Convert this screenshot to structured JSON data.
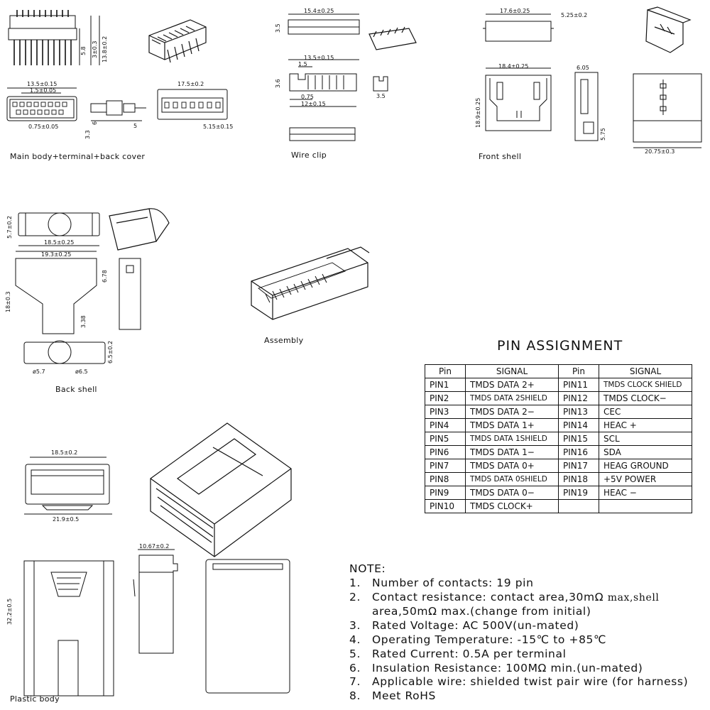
{
  "captions": {
    "main_body": "Main body+terminal+back cover",
    "wire_clip": "Wire clip",
    "front_shell": "Front shell",
    "assembly": "Assembly",
    "back_shell": "Back shell",
    "plastic_body": "Plastic body"
  },
  "dimensions": {
    "main_body": {
      "height_a": "5.8",
      "height_b": "3±0.3",
      "height_c": "13.8±0.2",
      "width_a": "13.5±0.15",
      "pitch": "1.5±0.05",
      "pin_w": "0.75±0.05",
      "sd_a": "3.3",
      "sd_b": "6",
      "sd_c": "5",
      "end_w": "17.5±0.2",
      "end_h": "5.15±0.15"
    },
    "wire_clip": {
      "w_top": "15.4±0.25",
      "h_top": "3.5",
      "w_mid": "13.5±0.15",
      "pitch": "1.5",
      "h_mid": "3.6",
      "slot": "0.75",
      "w_low": "12±0.15",
      "side_h": "3.5"
    },
    "front_shell": {
      "w_top": "17.6±0.25",
      "h_top": "5.25±0.2",
      "w_front": "18.4±0.25",
      "h_front": "18.9±0.25",
      "side_w": "6.05",
      "side_h": "5.75",
      "back_w": "20.75±0.3"
    },
    "back_shell": {
      "h_top": "5.7±0.2",
      "w_top": "18.5±0.25",
      "w_plan": "19.3±0.25",
      "h_plan": "18±0.3",
      "h_neck": "6.78",
      "h_tail": "3.38",
      "h_end": "6.5±0.2",
      "d_small": "ø5.7",
      "d_large": "ø6.5"
    },
    "plastic_body": {
      "w_top": "18.5±0.2",
      "w_bottom": "21.9±0.5",
      "w_side": "10.67±0.2",
      "h_side": "32.2±0.5"
    }
  },
  "pin_assignment": {
    "title": "PIN ASSIGNMENT",
    "header_pin": "Pin",
    "header_signal": "SIGNAL",
    "left": [
      {
        "pin": "PIN1",
        "signal": "TMDS DATA 2+",
        "small": false
      },
      {
        "pin": "PIN2",
        "signal": "TMDS DATA 2SHIELD",
        "small": true
      },
      {
        "pin": "PIN3",
        "signal": "TMDS DATA 2−",
        "small": false
      },
      {
        "pin": "PIN4",
        "signal": "TMDS DATA 1+",
        "small": false
      },
      {
        "pin": "PIN5",
        "signal": "TMDS DATA 1SHIELD",
        "small": true
      },
      {
        "pin": "PIN6",
        "signal": "TMDS DATA 1−",
        "small": false
      },
      {
        "pin": "PIN7",
        "signal": "TMDS DATA 0+",
        "small": false
      },
      {
        "pin": "PIN8",
        "signal": "TMDS DATA 0SHIELD",
        "small": true
      },
      {
        "pin": "PIN9",
        "signal": "TMDS DATA 0−",
        "small": false
      },
      {
        "pin": "PIN10",
        "signal": "TMDS CLOCK+",
        "small": false
      }
    ],
    "right": [
      {
        "pin": "PIN11",
        "signal": "TMDS CLOCK SHIELD",
        "small": true
      },
      {
        "pin": "PIN12",
        "signal": "TMDS CLOCK−",
        "small": false
      },
      {
        "pin": "PIN13",
        "signal": "CEC",
        "small": false
      },
      {
        "pin": "PIN14",
        "signal": "HEAC +",
        "small": false
      },
      {
        "pin": "PIN15",
        "signal": "SCL",
        "small": false
      },
      {
        "pin": "PIN16",
        "signal": "SDA",
        "small": false
      },
      {
        "pin": "PIN17",
        "signal": "HEAG GROUND",
        "small": false
      },
      {
        "pin": "PIN18",
        "signal": "+5V POWER",
        "small": false
      },
      {
        "pin": "PIN19",
        "signal": "HEAC −",
        "small": false
      },
      {
        "pin": "",
        "signal": "",
        "small": false
      }
    ]
  },
  "notes": {
    "title": "NOTE:",
    "n1": "Number of contacts: 19 pin",
    "n2a": "Contact resistance: contact area,30mΩ",
    "n2b": "max,shell",
    "n2c": "area,50mΩ max.(change from initial)",
    "n3": "Rated Voltage: AC 500V(un-mated)",
    "n4": "Operating Temperature: -15℃ to +85℃",
    "n5": "Rated Current: 0.5A per terminal",
    "n6": "Insulation Resistance: 100MΩ min.(un-mated)",
    "n7": "Applicable wire: shielded twist pair wire (for harness)",
    "n8": "Meet RoHS"
  },
  "colors": {
    "ink": "#111111",
    "paper": "#ffffff"
  }
}
